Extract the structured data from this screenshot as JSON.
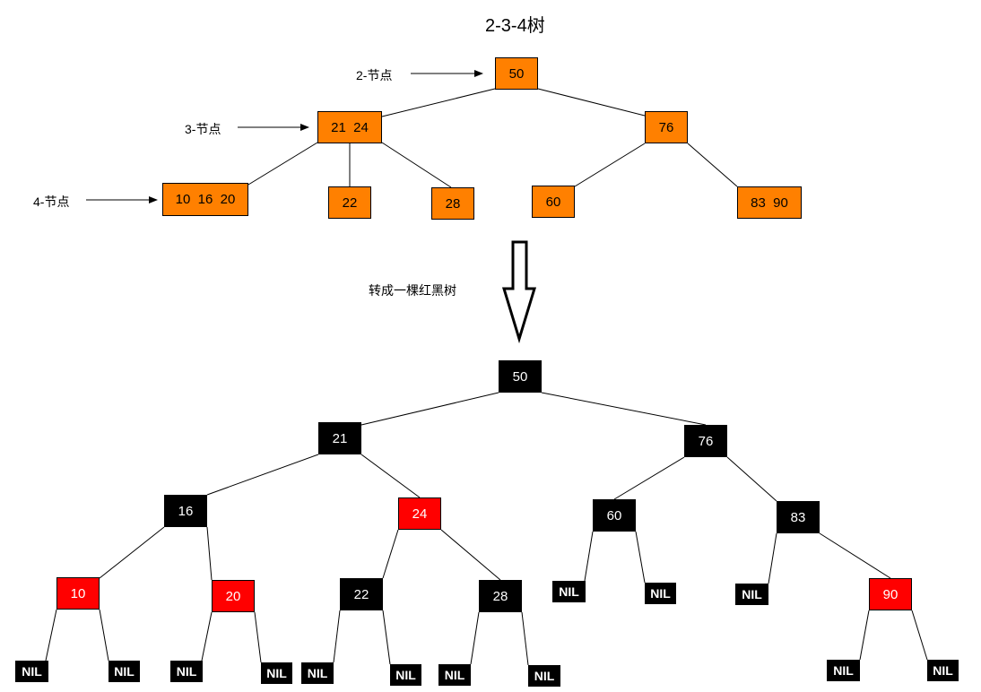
{
  "title": "2-3-4树",
  "labels": {
    "two_node": "2-节点",
    "three_node": "3-节点",
    "four_node": "4-节点",
    "convert": "转成一棵红黑树"
  },
  "colors": {
    "orange": "#ff8000",
    "black": "#000000",
    "red": "#ff0000",
    "line": "#000000"
  },
  "tree234": {
    "root": "50",
    "l": "21  24",
    "r": "76",
    "ll": "10  16  20",
    "lm": "22",
    "lr": "28",
    "rl": "60",
    "rr": "83  90"
  },
  "rbtree": {
    "n50": "50",
    "n21": "21",
    "n76": "76",
    "n16": "16",
    "n24": "24",
    "n60": "60",
    "n83": "83",
    "n10": "10",
    "n20": "20",
    "n22": "22",
    "n28": "28",
    "n90": "90",
    "nil": "NIL"
  }
}
